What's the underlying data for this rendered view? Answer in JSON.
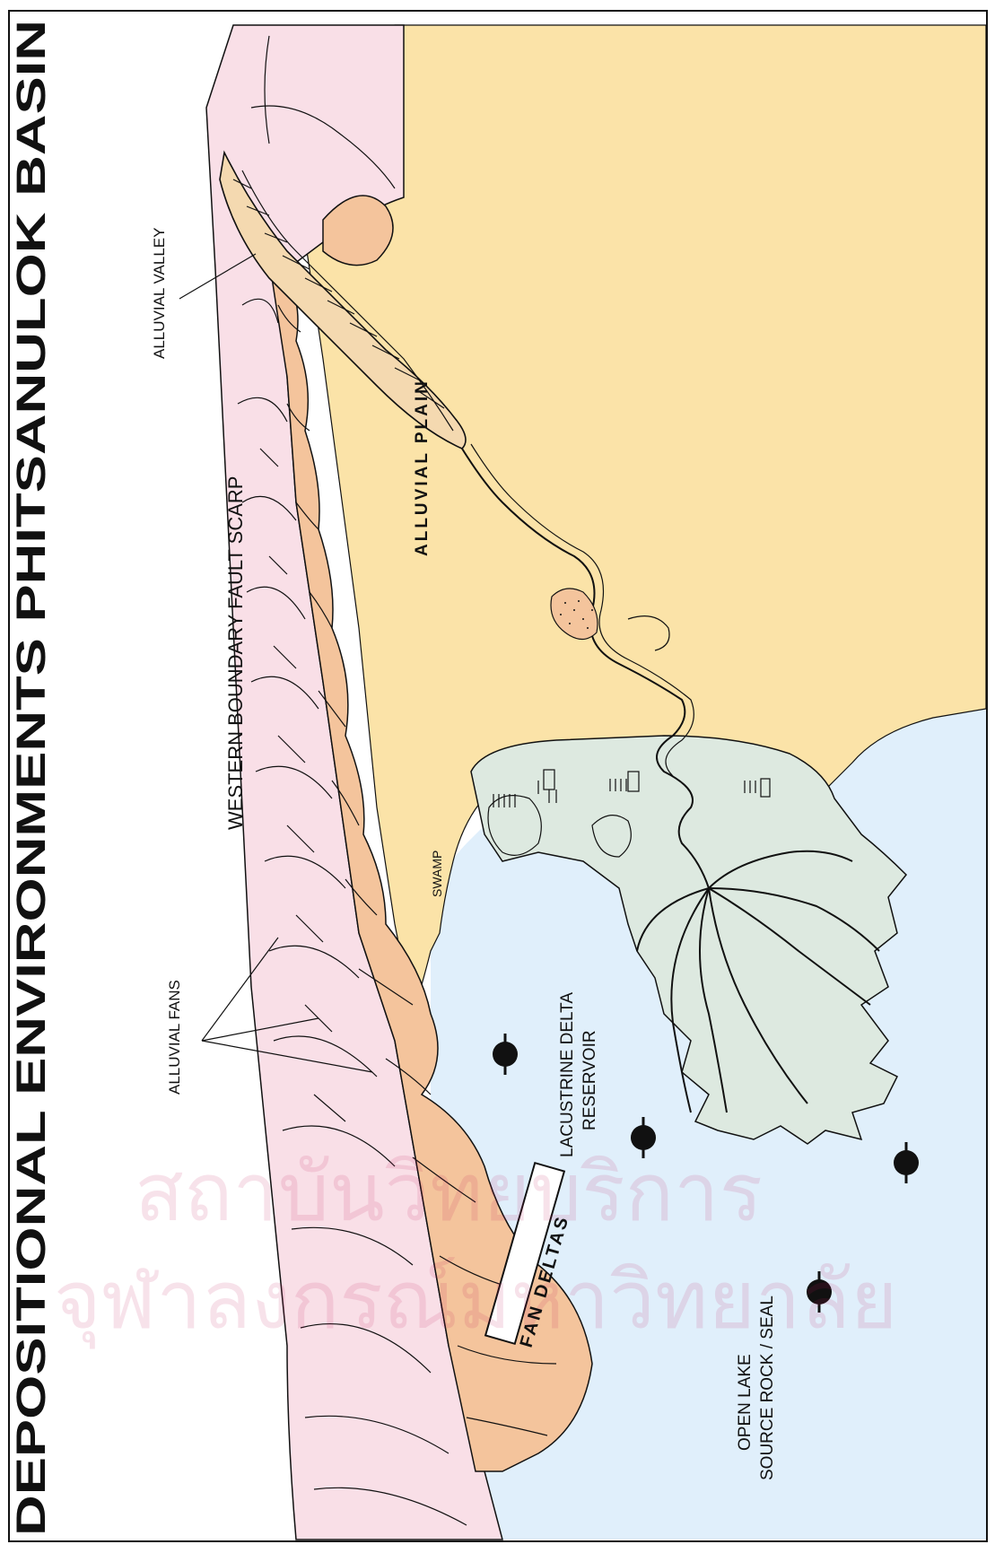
{
  "title": "DEPOSITIONAL  ENVIRONMENTS  PHITSANULOK  BASIN",
  "labels": {
    "alluvial_valley": "ALLUVIAL  VALLEY",
    "fault_scarp": "WESTERN  BOUNDARY  FAULT  SCARP",
    "alluvial_plain": "ALLUVIAL    PLAIN",
    "swamp": "SWAMP",
    "alluvial_fans": "ALLUVIAL  FANS",
    "lacustrine_delta": "LACUSTRINE  DELTA",
    "reservoir": "RESERVOIR",
    "fan_deltas": "FAN  DELTAS",
    "open_lake": "OPEN  LAKE",
    "source_rock_seal": "SOURCE  ROCK / SEAL"
  },
  "watermark": {
    "line1": "สถาบันวิทยบริการ",
    "line2": "จุฬาลงกรณ์มหาวิทยาลัย"
  },
  "colors": {
    "mountain_pink": "#f9dfe7",
    "fan_orange": "#f4c49c",
    "plain_yellow": "#fbe3a8",
    "lake_blue": "#e0effb",
    "delta_green": "#dde9e0",
    "outline": "#111111"
  }
}
